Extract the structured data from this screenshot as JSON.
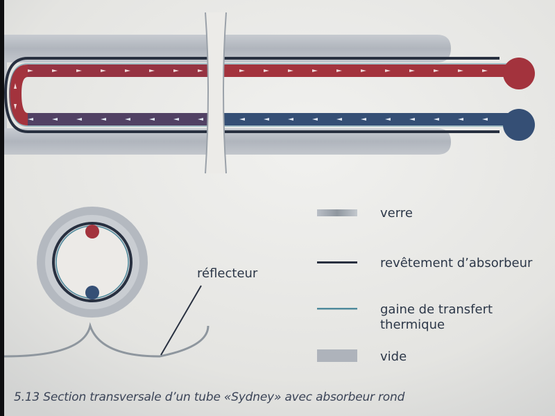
{
  "caption": "5.13 Section transversale d’un tube «Sydney» avec absorbeur rond",
  "legend": [
    {
      "key": "glass",
      "label": "verre"
    },
    {
      "key": "absorber-coating",
      "label": "revêtement d’absorbeur"
    },
    {
      "key": "heat-transfer-sheath",
      "label": "gaine de transfert thermique"
    },
    {
      "key": "vacuum",
      "label": "vide"
    }
  ],
  "annotations": {
    "reflector": "réflecteur"
  },
  "colors": {
    "board": "#e9e8e5",
    "glass": "#b7bcc3",
    "absorber": "#283040",
    "hot_pipe": "#a3333d",
    "cold_pipe": "#354f75",
    "sheath": "#4f8a9c",
    "text": "#2c3748"
  }
}
